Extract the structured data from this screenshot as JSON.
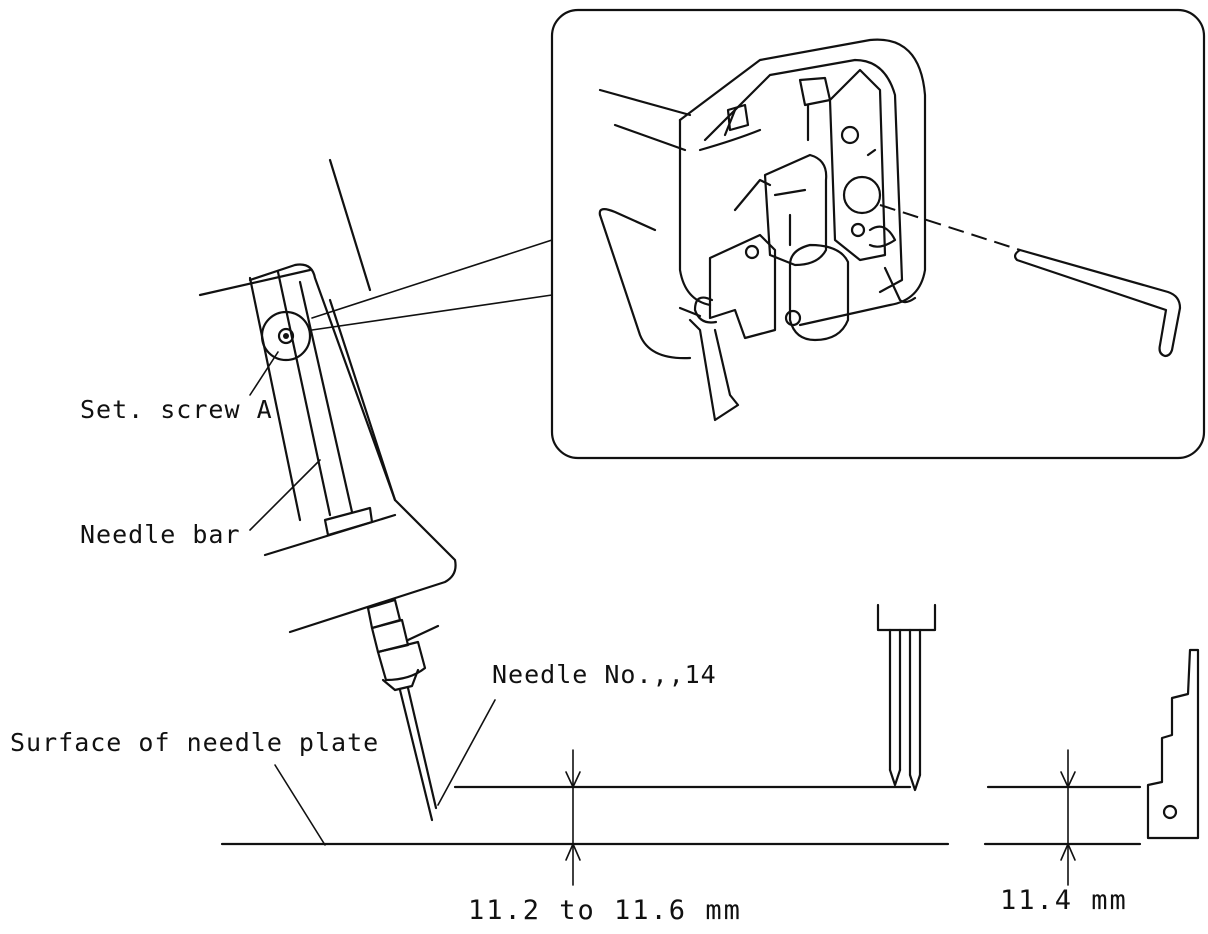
{
  "labels": {
    "set_screw": "Set. screw A",
    "needle_bar": "Needle bar",
    "needle": "Needle No.,,14",
    "surface": "Surface of needle plate",
    "dim_range": "11.2 to 11.6 mm",
    "dim_fixed": "11.4 mm"
  },
  "colors": {
    "line": "#111111",
    "background": "#ffffff"
  },
  "icons": [
    "hex-wrench-icon",
    "screw-icon",
    "needle-icon",
    "arrow-down-icon",
    "arrow-up-icon"
  ]
}
